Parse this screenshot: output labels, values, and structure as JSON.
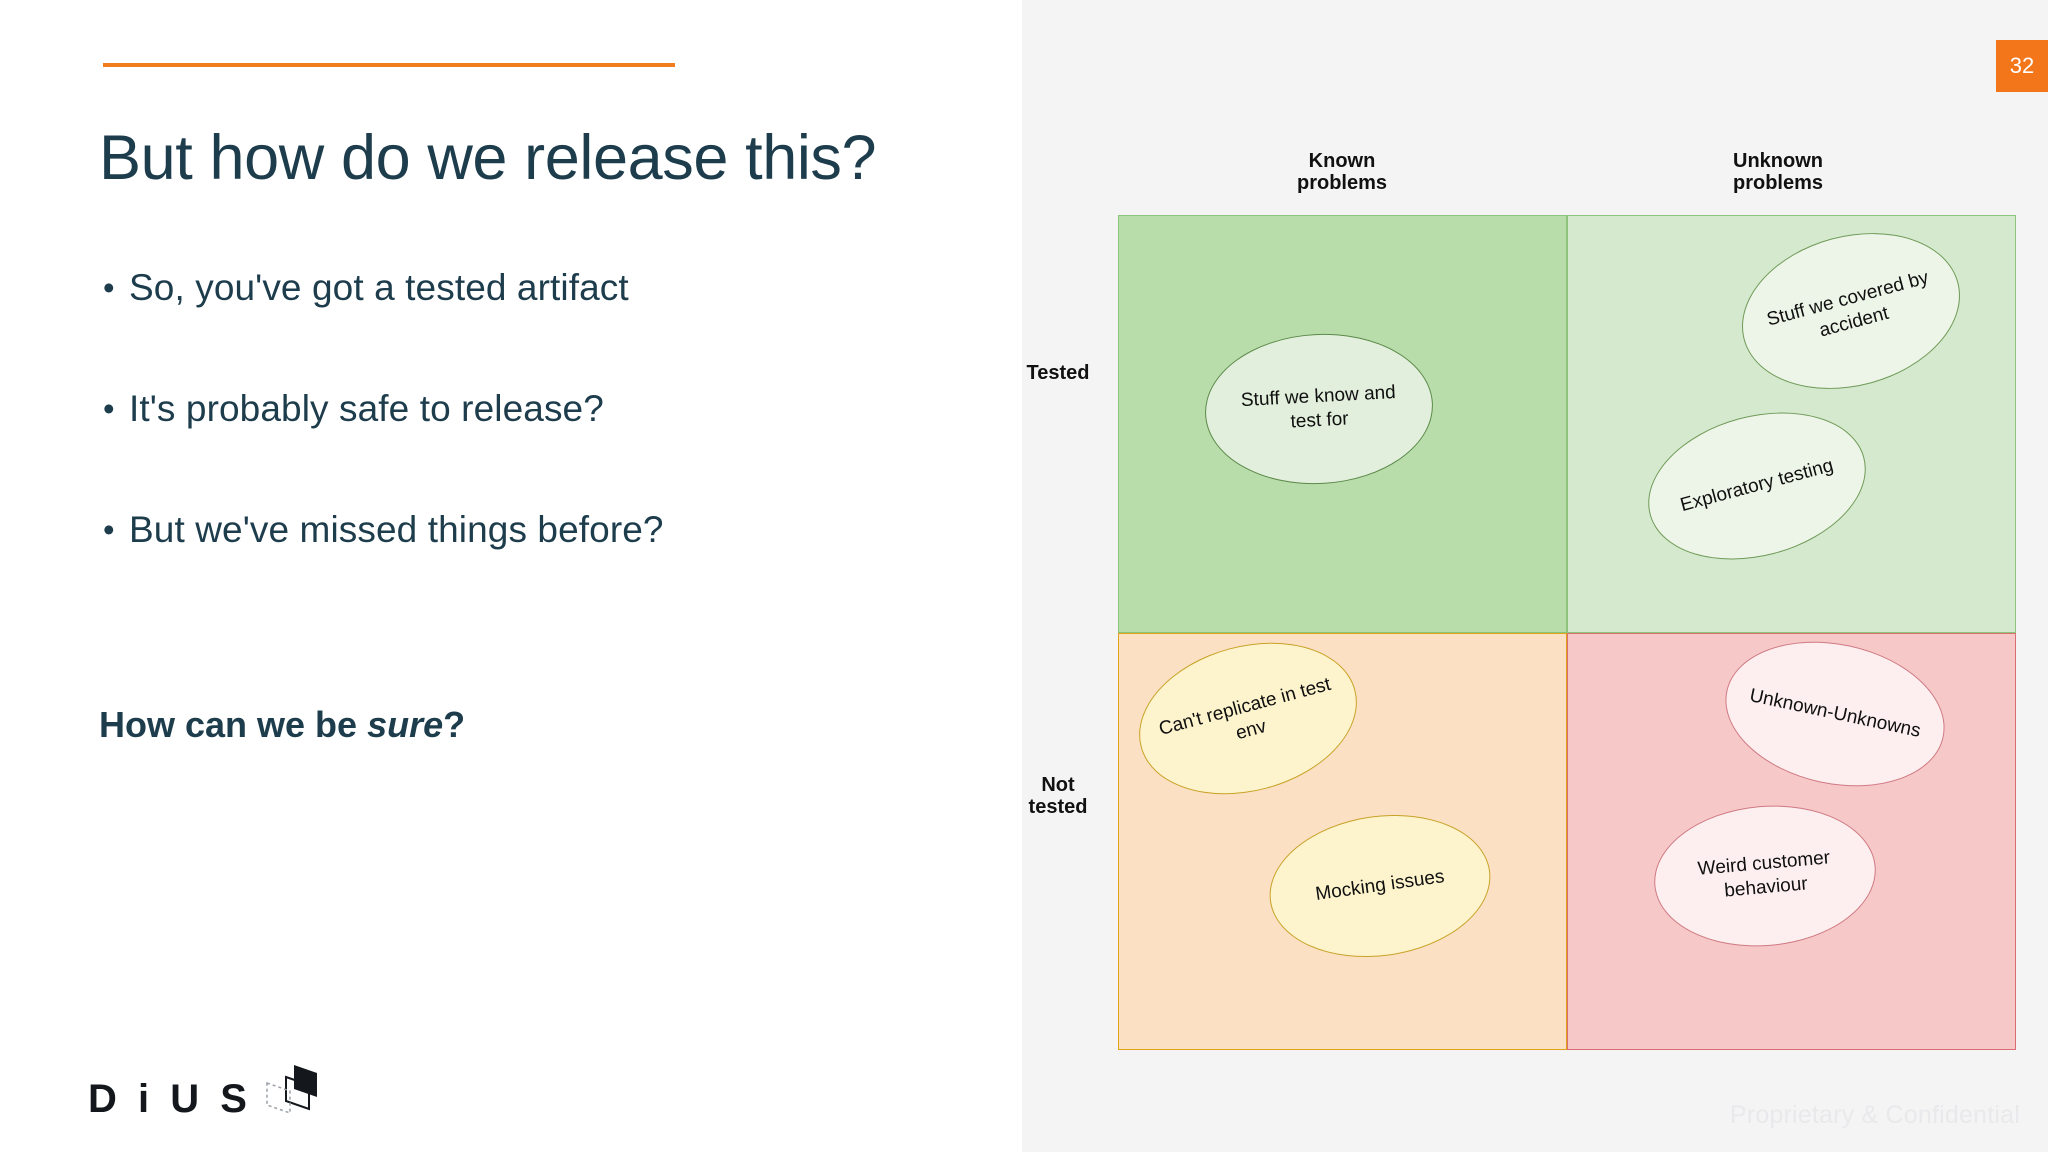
{
  "slide": {
    "page_number": "32",
    "footer_note": "Proprietary & Confidential",
    "accent_color": "#f07d1e",
    "badge_color": "#f4761b",
    "title_color": "#1d3c4c"
  },
  "left": {
    "title": "But how do we release this?",
    "bullets": [
      {
        "marker": "•",
        "text": "So, you've got a tested artifact"
      },
      {
        "marker": "•",
        "text": "It's probably safe to release?"
      },
      {
        "marker": "•",
        "text": "But we've missed things before?"
      }
    ],
    "closing": {
      "prefix": "How can we be ",
      "emphasis": "sure",
      "suffix": "?"
    },
    "logo": {
      "wordmark": "D i U S",
      "mark_name": "stacked-cards-isometric-mark"
    }
  },
  "matrix": {
    "column_headers": [
      {
        "line1": "Known",
        "line2": "problems"
      },
      {
        "line1": "Unknown",
        "line2": "problems"
      }
    ],
    "row_headers": [
      {
        "line1": "Tested",
        "line2": ""
      },
      {
        "line1": "Not",
        "line2": "tested"
      }
    ],
    "quadrants": [
      {
        "id": "known-tested",
        "row": "Tested",
        "column": "Known problems",
        "fill": "#b8ddaa",
        "border": "#8cc47c",
        "bubbles": [
          {
            "id": "known-tested",
            "label": "Stuff we know and test for",
            "rotation_deg": -3,
            "fill": "#e2efdc",
            "border": "#5c8a4a"
          }
        ]
      },
      {
        "id": "unknown-tested",
        "row": "Tested",
        "column": "Unknown problems",
        "fill": "#d5e9cf",
        "border": "#8cc47c",
        "bubbles": [
          {
            "id": "covered-accident",
            "label": "Stuff we covered by accident",
            "rotation_deg": -15,
            "fill": "#edf5e8",
            "border": "#6f9a57"
          },
          {
            "id": "exploratory",
            "label": "Exploratory testing",
            "rotation_deg": -15,
            "fill": "#edf5e8",
            "border": "#6f9a57"
          }
        ]
      },
      {
        "id": "known-not-tested",
        "row": "Not tested",
        "column": "Known problems",
        "fill": "#fbe0c3",
        "border": "#e0a317",
        "bubbles": [
          {
            "id": "cant-replicate",
            "label": "Can't replicate in test env",
            "rotation_deg": -15,
            "fill": "#fdf4cd",
            "border": "#c9a227"
          },
          {
            "id": "mocking",
            "label": "Mocking issues",
            "rotation_deg": -8,
            "fill": "#fdf4cd",
            "border": "#c9a227"
          }
        ]
      },
      {
        "id": "unknown-not-tested",
        "row": "Not tested",
        "column": "Unknown problems",
        "fill": "#f6c8c8",
        "border": "#d96f73",
        "bubbles": [
          {
            "id": "unknown-unknowns",
            "label": "Unknown-Unknowns",
            "rotation_deg": 12,
            "fill": "#fdeff0",
            "border": "#cf7a82"
          },
          {
            "id": "weird-customer",
            "label": "Weird customer behaviour",
            "rotation_deg": -5,
            "fill": "#fdeff0",
            "border": "#cf7a82"
          }
        ]
      }
    ]
  }
}
